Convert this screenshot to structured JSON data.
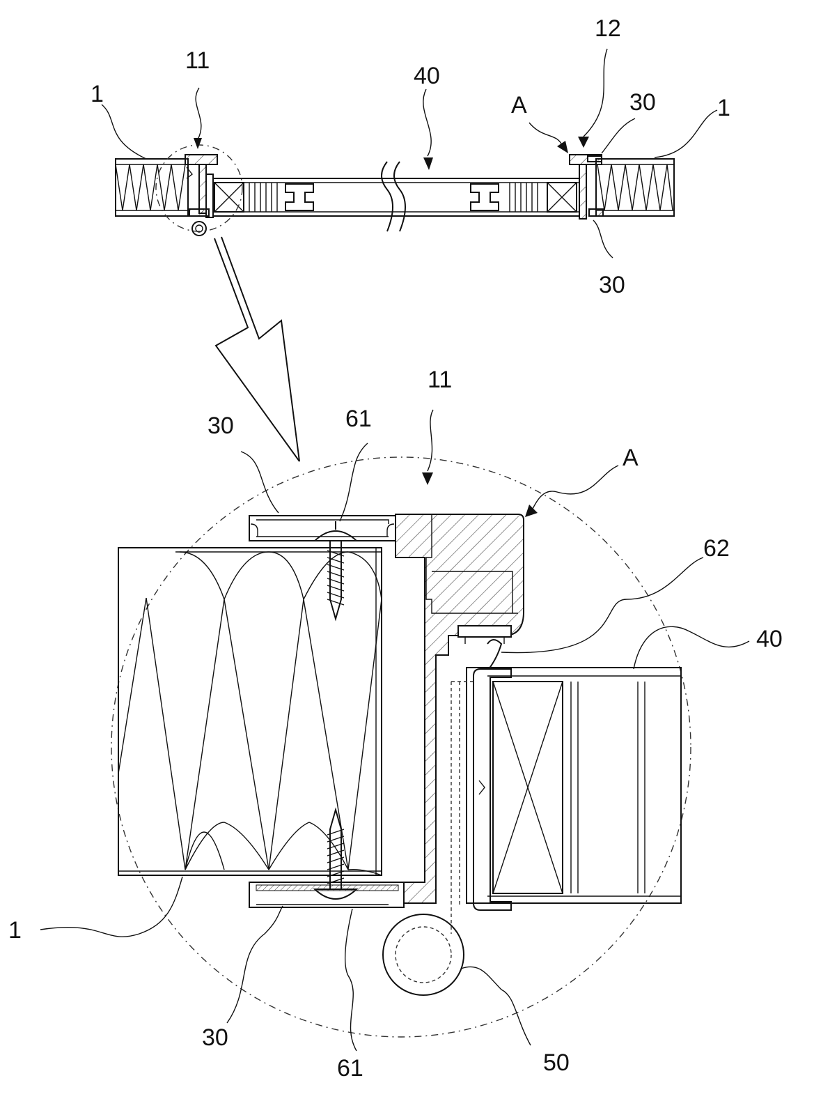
{
  "labels": {
    "l1_top_left": "1",
    "l11_top": "11",
    "l40": "40",
    "lA_top": "A",
    "l12": "12",
    "l30_top_right": "30",
    "l1_top_right": "1",
    "l30_bottom_right": "30",
    "l30_detail_top": "30",
    "l61_top": "61",
    "l11_detail": "11",
    "lA_detail": "A",
    "l62": "62",
    "l40_detail": "40",
    "l1_detail": "1",
    "l30_detail_bottom": "30",
    "l61_bottom": "61",
    "l50": "50"
  }
}
